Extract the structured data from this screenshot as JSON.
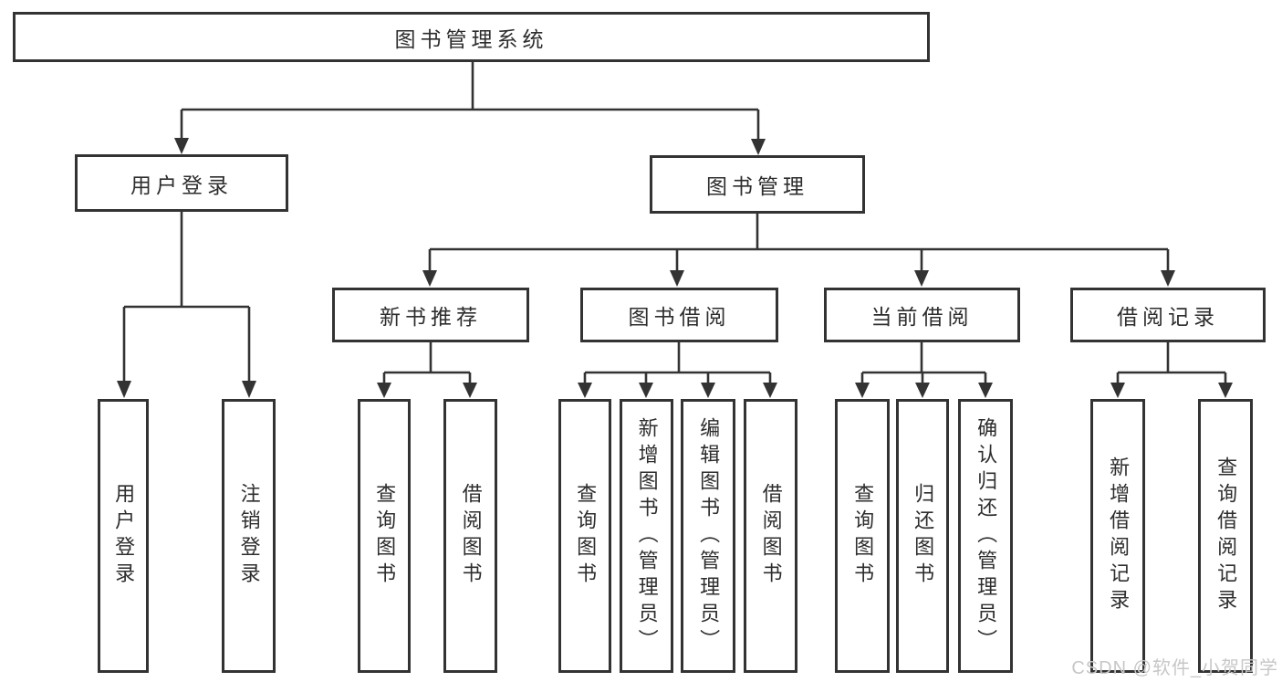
{
  "diagram_type": "tree",
  "hierarchy": {
    "label": "图书管理系统",
    "children": [
      {
        "label": "用户登录",
        "children": [
          {
            "label": "用户登录"
          },
          {
            "label": "注销登录"
          }
        ]
      },
      {
        "label": "图书管理",
        "children": [
          {
            "label": "新书推荐",
            "children": [
              {
                "label": "查询图书"
              },
              {
                "label": "借阅图书"
              }
            ]
          },
          {
            "label": "图书借阅",
            "children": [
              {
                "label": "查询图书"
              },
              {
                "label": "新增图书（管理员）"
              },
              {
                "label": "编辑图书（管理员）"
              },
              {
                "label": "借阅图书"
              }
            ]
          },
          {
            "label": "当前借阅",
            "children": [
              {
                "label": "查询图书"
              },
              {
                "label": "归还图书"
              },
              {
                "label": "确认归还（管理员）"
              }
            ]
          },
          {
            "label": "借阅记录",
            "children": [
              {
                "label": "新增借阅记录"
              },
              {
                "label": "查询借阅记录"
              }
            ]
          }
        ]
      }
    ]
  },
  "watermark": {
    "text": "CSDN @软件_小贺同学"
  },
  "colors": {
    "line": "#333333",
    "text": "#2d2d2d",
    "watermark": "#c7c7c7",
    "background": "#ffffff"
  }
}
